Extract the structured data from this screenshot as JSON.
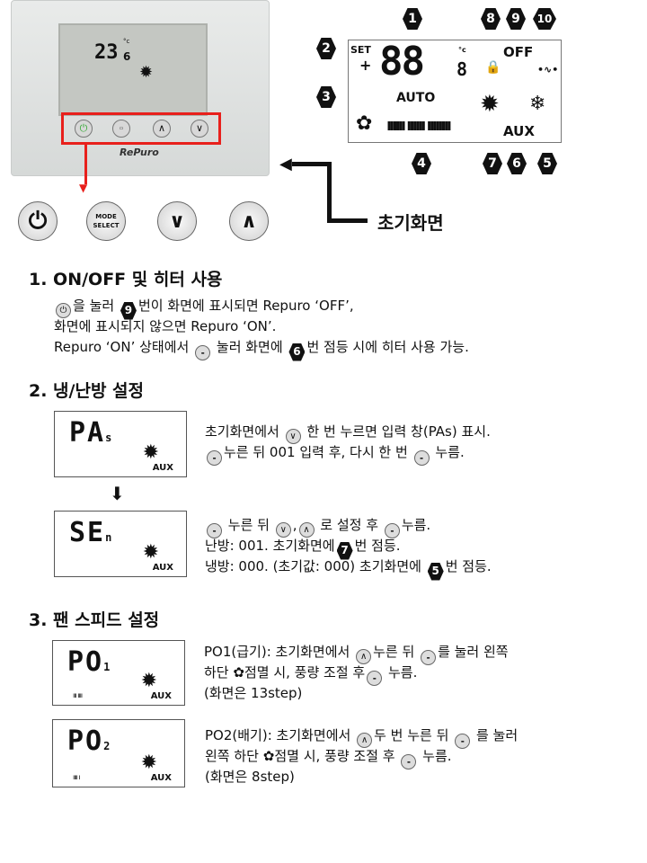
{
  "device": {
    "display": "23",
    "display_small": "6",
    "unit": "°c",
    "brand": "RePuro"
  },
  "buttons": {
    "power": "⏻",
    "mode_top": "MODE",
    "mode_bottom": "SELECT",
    "down": "∨",
    "up": "∧"
  },
  "initial_screen_label": "초기화면",
  "lcd": {
    "set": "SET",
    "plus": "+",
    "digits": "88",
    "digit_small": "8",
    "unit": "°c",
    "auto": "AUTO",
    "off": "OFF",
    "aux": "AUX",
    "bars": "ıııııı ıııııı ıııııııı",
    "callouts": [
      "1",
      "2",
      "3",
      "4",
      "5",
      "6",
      "7",
      "8",
      "9",
      "10"
    ]
  },
  "section1": {
    "title": "1. ON/OFF 및 히터 사용",
    "l1a": "을 눌러",
    "l1n": "9",
    "l1b": "번이 화면에 표시되면 Repuro ‘OFF’,",
    "l2": "화면에 표시되지 않으면 Repuro ‘ON’.",
    "l3a": "Repuro ‘ON’ 상태에서",
    "l3b": "눌러 화면에",
    "l3n": "6",
    "l3c": "번 점등 시에 히터 사용 가능."
  },
  "section2": {
    "title": "2. 냉/난방 설정",
    "lcd1": "PA",
    "lcd1sub": "s",
    "lcd2": "SE",
    "lcd2sub": "n",
    "aux": "AUX",
    "a1a": "초기화면에서",
    "a1b": "한 번 누르면 입력 창(PAs) 표시.",
    "a2b": "누른 뒤 001 입력 후, 다시 한 번",
    "a2c": "누름.",
    "b1a": "누른 뒤",
    "b1b": ",",
    "b1c": "로 설정 후",
    "b1d": "누름.",
    "b2a": "난방: 001. 초기화면에",
    "b2n": "7",
    "b2b": "번 점등.",
    "b3a": "냉방: 000. (초기값: 000) 초기화면에",
    "b3n": "5",
    "b3b": "번 점등."
  },
  "section3": {
    "title": "3. 팬 스피드 설정",
    "lcd1": "PO",
    "lcd1sub": "1",
    "lcd2": "PO",
    "lcd2sub": "2",
    "aux": "AUX",
    "bars1": "ııı ıııı",
    "bars2": "ıııı ı",
    "a1a": "PO1(급기): 초기화면에서",
    "a1b": "누른 뒤",
    "a1c": "를 눌러 왼쪽",
    "a2a": "하단",
    "a2b": "점멸 시, 풍량 조절 후",
    "a2c": "누름.",
    "a3": "(화면은 13step)",
    "b1a": "PO2(배기): 초기화면에서",
    "b1b": "두 번 누른 뒤",
    "b1c": "를 눌러",
    "b2a": "왼쪽 하단",
    "b2b": "점멸 시, 풍량 조절 후",
    "b2c": "누름.",
    "b3": "(화면은 8step)"
  }
}
